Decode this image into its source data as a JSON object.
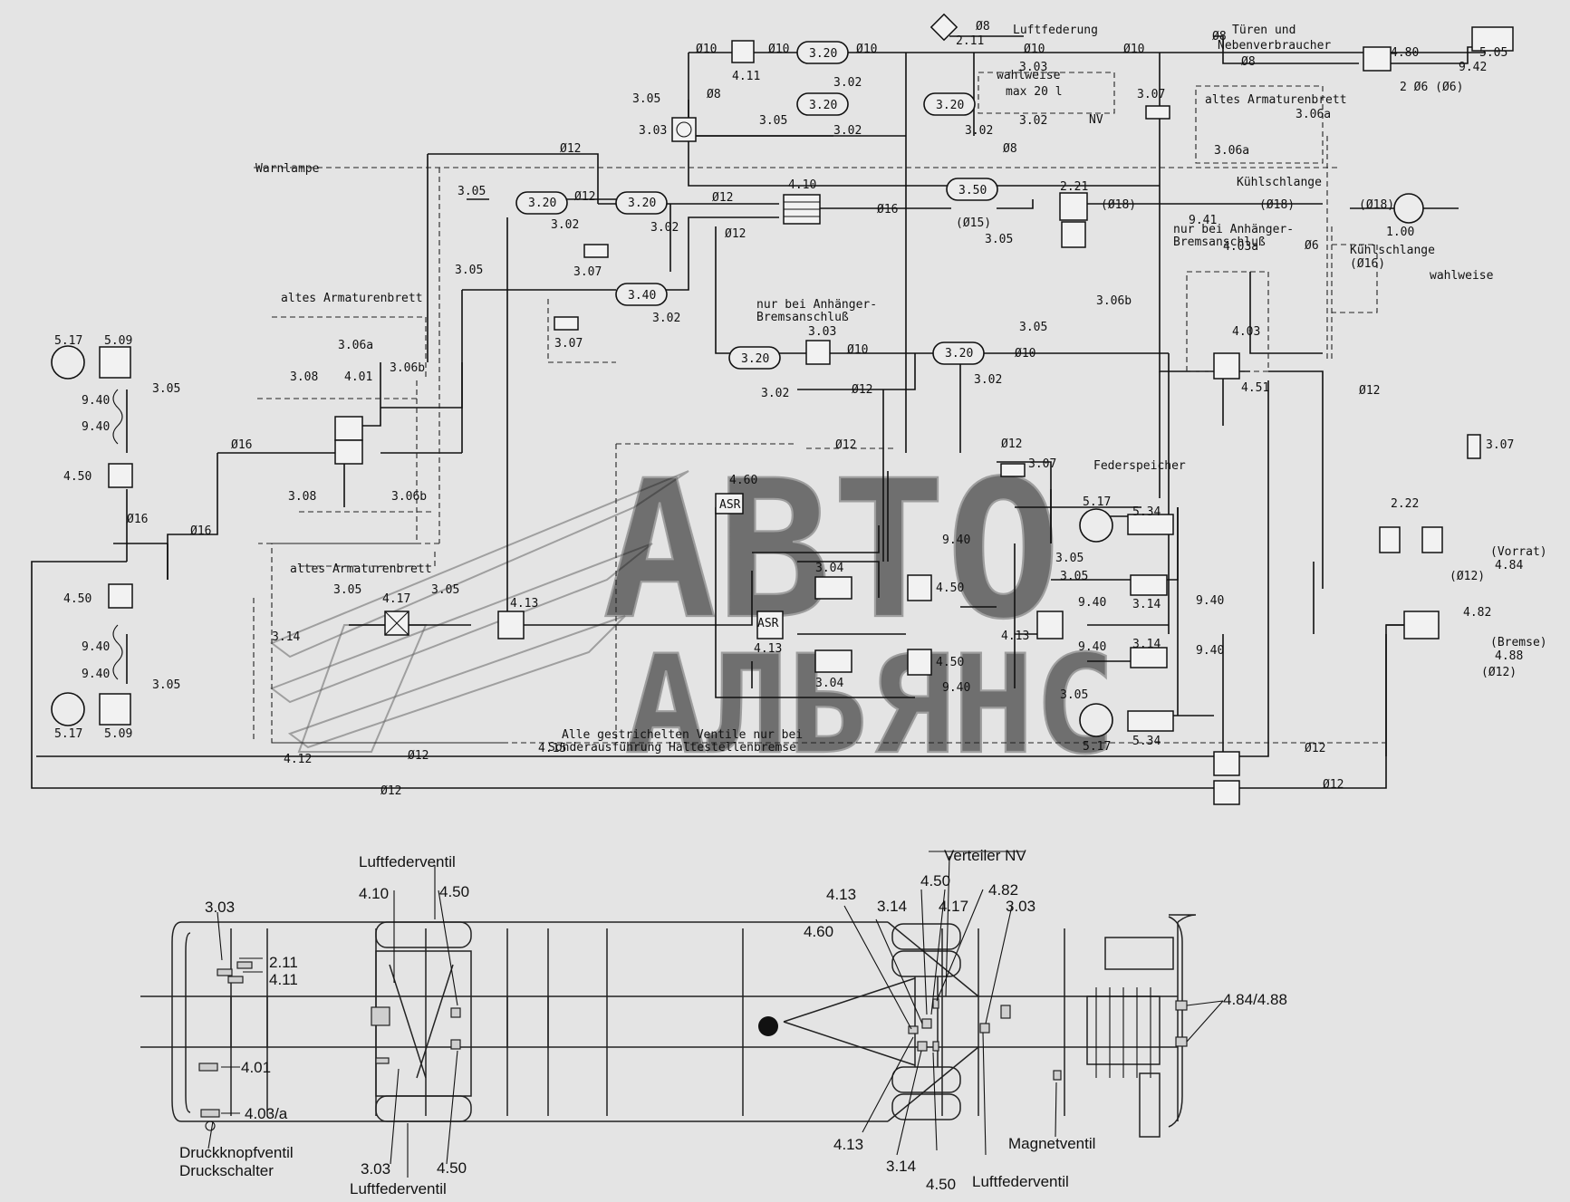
{
  "schematic": {
    "labels": {
      "luftfederung": "Luftfederung",
      "turen_und": "Türen und",
      "nebenverbraucher": "Nebenverbraucher",
      "wahlweise": "wahlweise",
      "max20": "max 20 l",
      "nv": "NV",
      "altes_armaturenbrett": "altes Armaturenbrett",
      "warnlampe": "Warnlampe",
      "kuhlschlange": "Kühlschlange",
      "nur_bei_anhanger_1": "nur bei Anhänger-",
      "nur_bei_anhanger_2": "Bremsanschluß",
      "federspeicher": "Federspeicher",
      "vorrat": "(Vorrat)",
      "bremse": "(Bremse)",
      "asr": "ASR",
      "note_1": "Alle gestrichelten Ventile nur bei",
      "note_2": "Sonderausführung Haltestellenbremse"
    },
    "components": {
      "c211": "2.11",
      "c411": "4.11",
      "c320": "3.20",
      "c302": "3.02",
      "c303": "3.03",
      "c305": "3.05",
      "c306a": "3.06a",
      "c306b": "3.06b",
      "c307": "3.07",
      "c308": "3.08",
      "c340": "3.40",
      "c350": "3.50",
      "c410": "4.10",
      "c221": "2.21",
      "c222": "2.22",
      "c401": "4.01",
      "c403": "4.03",
      "c403a": "4.03a",
      "c412": "4.12",
      "c413": "4.13",
      "c415": "4.15",
      "c417": "4.17",
      "c450": "4.50",
      "c451": "4.51",
      "c460": "4.60",
      "c480": "4.80",
      "c482": "4.82",
      "c484": "4.84",
      "c488": "4.88",
      "c505": "5.05",
      "c509": "5.09",
      "c517": "5.17",
      "c534": "5.34",
      "c940": "9.40",
      "c941": "9.41",
      "c942": "9.42",
      "c100": "1.00",
      "c314": "3.14",
      "c304": "3.04",
      "c306": "3.06a"
    },
    "pipes": {
      "d6": "Ø6",
      "d8": "Ø8",
      "d10": "Ø10",
      "d12": "Ø12",
      "d15": "(Ø15)",
      "d16": "Ø16",
      "d18": "(Ø18)",
      "d6p": "2 Ø6 (Ø6)",
      "d12p": "(Ø12)",
      "d16p": "(Ø16)"
    }
  },
  "watermark": {
    "line1": "АВТО",
    "line2": "АЛЬЯНС"
  },
  "chassis": {
    "left": {
      "luftfederventil_top": "Luftfederventil",
      "c303": "3.03",
      "c211": "2.11",
      "c411": "4.11",
      "c401": "4.01",
      "c403a": "4.03/a",
      "druckknopfventil": "Druckknopfventil",
      "druckschalter": "Druckschalter",
      "c410": "4.10",
      "c450_top": "4.50",
      "c303_bottom": "3.03",
      "luftfederventil_bottom": "Luftfederventil",
      "c450_bottom": "4.50"
    },
    "right": {
      "verteiler_nv": "Verteiler NV",
      "c450_top": "4.50",
      "c413_top": "4.13",
      "c314_top": "3.14",
      "c417": "4.17",
      "c482": "4.82",
      "c303": "3.03",
      "c460": "4.60",
      "c484_488": "4.84/4.88",
      "c413_bottom": "4.13",
      "c314_bottom": "3.14",
      "c450_bottom": "4.50",
      "magnetventil": "Magnetventil",
      "luftfederventil": "Luftfederventil"
    }
  }
}
